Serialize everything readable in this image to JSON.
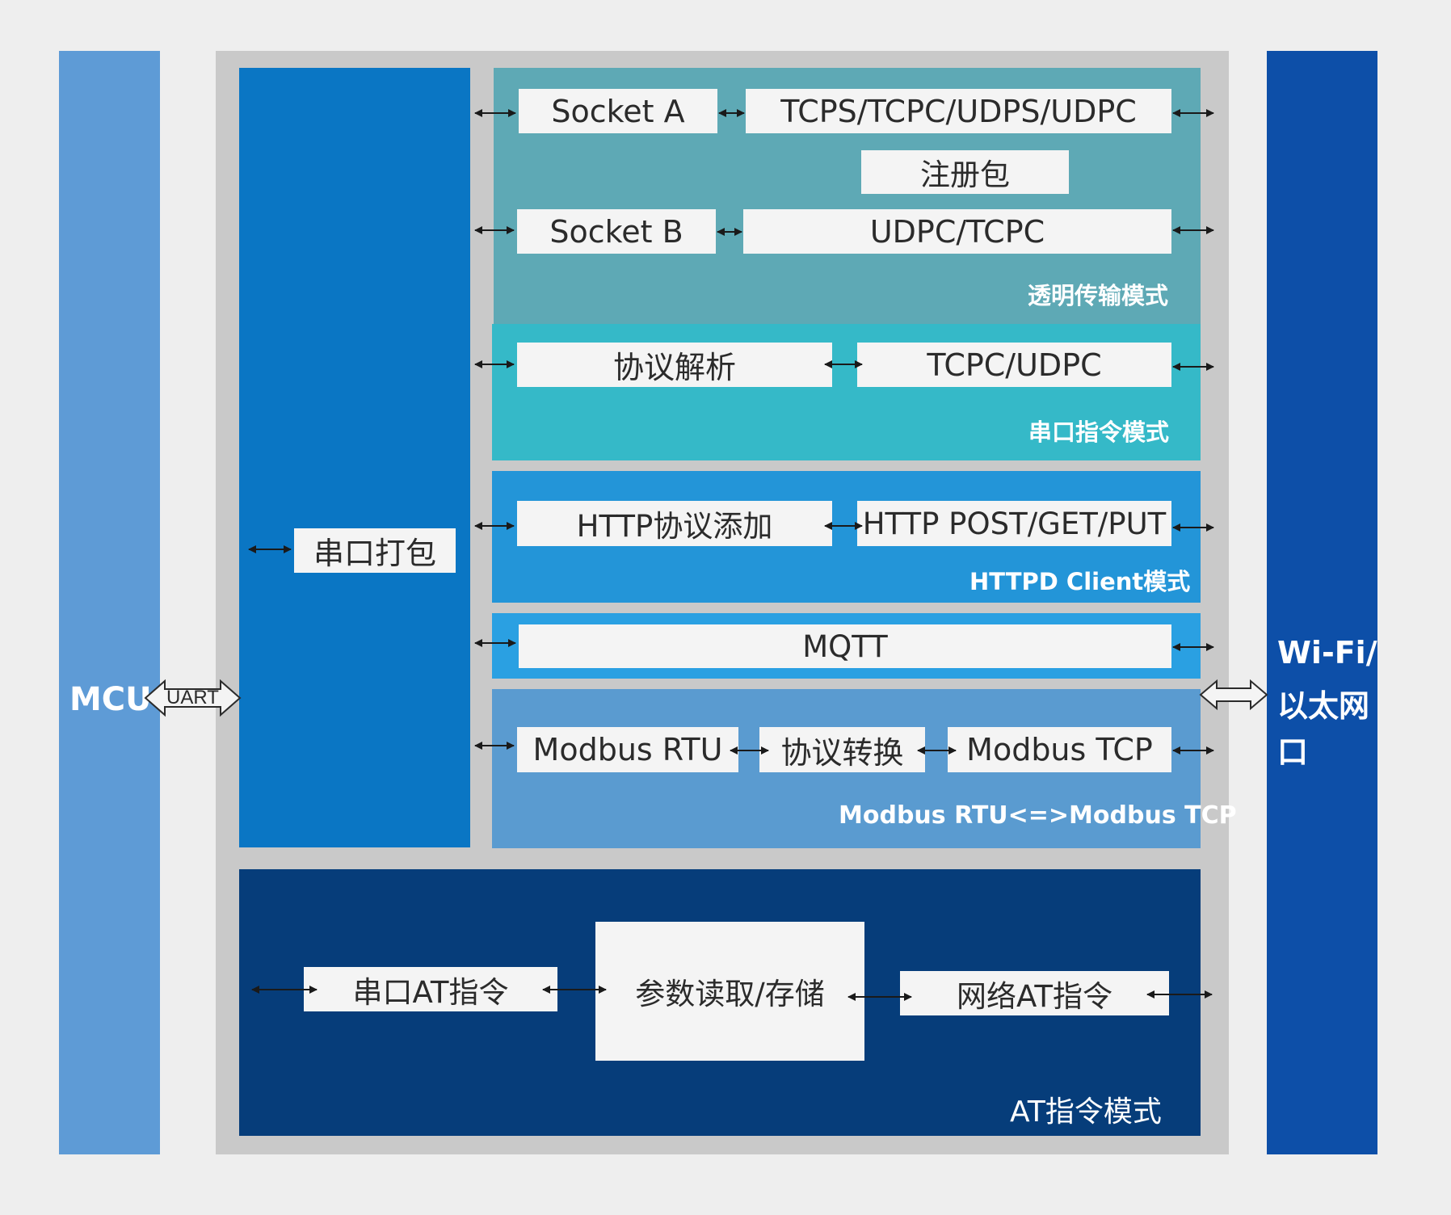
{
  "mcu": {
    "label": "MCU",
    "color": "#5e9bd6"
  },
  "uart": {
    "label": "UART"
  },
  "network": {
    "line1": "Wi-Fi/",
    "line2": "以太网",
    "line3": "口",
    "color": "#0d4fa8"
  },
  "packing": {
    "label": "串口打包",
    "color": "#0a76c4"
  },
  "transparent_mode": {
    "label": "透明传输模式",
    "color": "#5ea9b5",
    "socket_a": "Socket A",
    "socket_a_protocols": "TCPS/TCPC/UDPS/UDPC",
    "registration_packet": "注册包",
    "socket_b": "Socket B",
    "socket_b_protocols": "UDPC/TCPC"
  },
  "serial_command_mode": {
    "label": "串口指令模式",
    "color": "#35b9c8",
    "parse": "协议解析",
    "protocols": "TCPC/UDPC"
  },
  "httpd_mode": {
    "label": "HTTPD Client模式",
    "color": "#2395d8",
    "add": "HTTP协议添加",
    "methods": "HTTP POST/GET/PUT"
  },
  "mqtt": {
    "label": "MQTT",
    "color": "#2aa0e2"
  },
  "modbus_mode": {
    "label": "Modbus RTU<=>Modbus TCP",
    "color": "#5a9bd0",
    "rtu": "Modbus RTU",
    "convert": "协议转换",
    "tcp": "Modbus TCP"
  },
  "at_mode": {
    "label": "AT指令模式",
    "color": "#063d7a",
    "serial_at": "串口AT指令",
    "params": "参数读取/存储",
    "network_at": "网络AT指令"
  }
}
